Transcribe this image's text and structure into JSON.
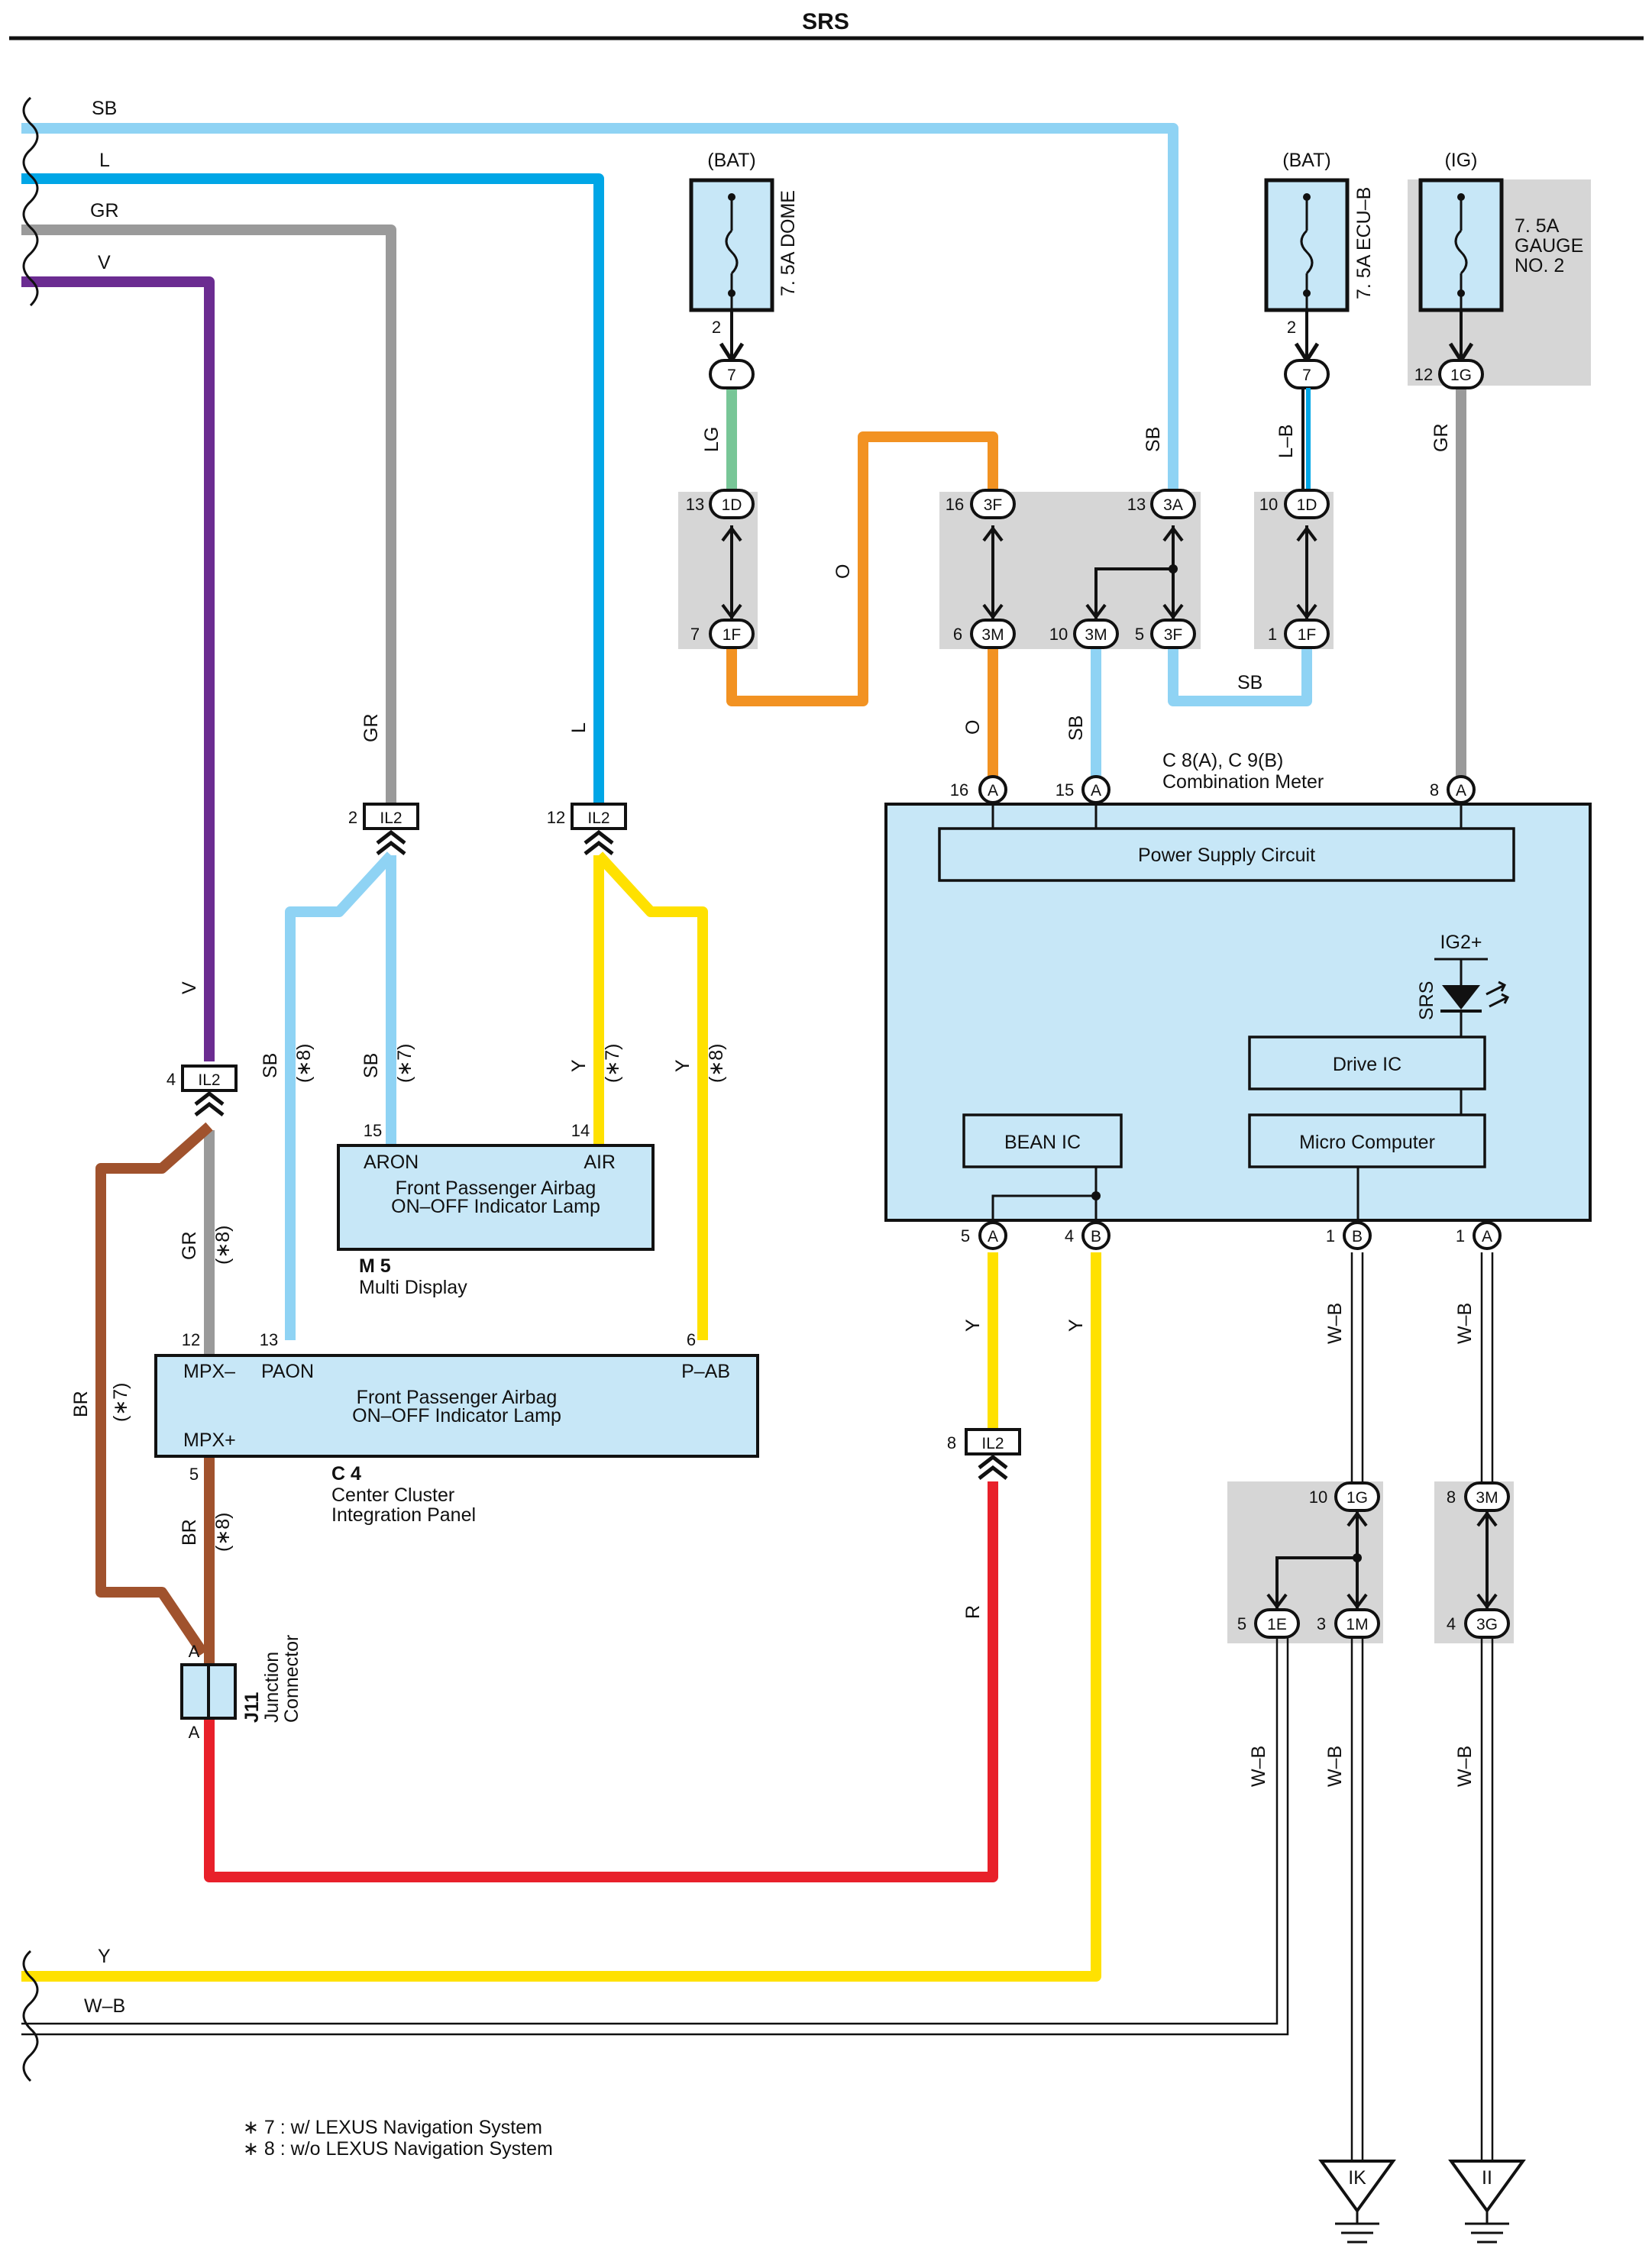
{
  "title": "SRS",
  "wire_colors": {
    "SB": "#8fd3f4",
    "L": "#00a6e6",
    "GR": "#9a9a9a",
    "V": "#6b2c91",
    "LG": "#78c697",
    "O": "#f29222",
    "Y": "#ffe100",
    "R": "#e8202a",
    "BR": "#a0522d"
  },
  "left_wires": {
    "sb": "SB",
    "l": "L",
    "gr": "GR",
    "v": "V",
    "y": "Y",
    "wb": "W–B"
  },
  "fuses": {
    "dome": {
      "supply": "(BAT)",
      "label": "7. 5A DOME",
      "pin": "2",
      "conn": "7"
    },
    "ecu_b": {
      "supply": "(BAT)",
      "label": "7. 5A ECU–B",
      "pin": "2",
      "conn": "7"
    },
    "gauge": {
      "supply": "(IG)",
      "label_1": "7. 5A",
      "label_2": "GAUGE",
      "label_3": "NO. 2",
      "pin": "12",
      "conn": "1G"
    }
  },
  "wire_labels": {
    "lg": "LG",
    "o1": "O",
    "o2": "O",
    "sb_top": "SB",
    "lb": "L–B",
    "gr_top": "GR",
    "sb_h": "SB",
    "sb_meter": "SB",
    "gr_il2": "GR",
    "l_il2": "L",
    "v_il2": "V",
    "sb8": "SB",
    "n8a": "(∗8)",
    "sb7": "SB",
    "n7a": "(∗7)",
    "y7": "Y",
    "n7b": "(∗7)",
    "y8": "Y",
    "n8b": "(∗8)",
    "gr8": "GR",
    "n8c": "(∗8)",
    "br7": "BR",
    "n7c": "(∗7)",
    "br8": "BR",
    "n8d": "(∗8)",
    "y_a5": "Y",
    "y_b4": "Y",
    "r": "R",
    "wb1": "W–B",
    "wb2": "W–B",
    "wb3": "W–B",
    "wb4": "W–B",
    "wb5": "W–B"
  },
  "junctions": {
    "j1": {
      "p_top": "13",
      "c_top": "1D",
      "p_bot": "7",
      "c_bot": "1F"
    },
    "j2": {
      "p1": "16",
      "c1": "3F",
      "p2": "13",
      "c2": "3A",
      "p3": "6",
      "c3": "3M",
      "p4": "10",
      "c4": "3M",
      "p5": "5",
      "c5": "3F"
    },
    "j3": {
      "p_top": "10",
      "c_top": "1D",
      "p_bot": "1",
      "c_bot": "1F"
    },
    "j4": {
      "p_top": "10",
      "c_top": "1G",
      "p_b1": "5",
      "c_b1": "1E",
      "p_b2": "3",
      "c_b2": "1M"
    },
    "j5": {
      "p_top": "8",
      "c_top": "3M",
      "p_bot": "4",
      "c_bot": "3G"
    }
  },
  "meter": {
    "code": "C 8(A), C 9(B)",
    "name": "Combination Meter",
    "power_supply": "Power Supply Circuit",
    "ig2": "IG2+",
    "srs": "SRS",
    "drive_ic": "Drive IC",
    "micro": "Micro Computer",
    "bean": "BEAN IC",
    "pins": {
      "p16": "16",
      "c16": "A",
      "p15": "15",
      "c15": "A",
      "p8": "8",
      "c8": "A",
      "p5": "5",
      "c5": "A",
      "p4": "4",
      "c4": "B",
      "p1b": "1",
      "c1b": "B",
      "p1a": "1",
      "c1a": "A"
    }
  },
  "il2": {
    "gr": {
      "pin": "2",
      "name": "IL2"
    },
    "l": {
      "pin": "12",
      "name": "IL2"
    },
    "v": {
      "pin": "4",
      "name": "IL2"
    },
    "r": {
      "pin": "8",
      "name": "IL2"
    }
  },
  "m5": {
    "code": "M 5",
    "name": "Multi Display",
    "pin_aron": "15",
    "pin_air": "14",
    "aron": "ARON",
    "air": "AIR",
    "line1": "Front Passenger Airbag",
    "line2": "ON–OFF Indicator Lamp"
  },
  "c4": {
    "code": "C 4",
    "name1": "Center Cluster",
    "name2": "Integration Panel",
    "pin12": "12",
    "pin13": "13",
    "pin6": "6",
    "pin5": "5",
    "mpx_minus": "MPX–",
    "paon": "PAON",
    "pab": "P–AB",
    "mpx_plus": "MPX+",
    "line1": "Front Passenger Airbag",
    "line2": "ON–OFF Indicator Lamp"
  },
  "j11": {
    "code": "J11",
    "name1": "Junction",
    "name2": "Connector",
    "a_top": "A",
    "a_bot": "A"
  },
  "grounds": {
    "ik": "IK",
    "ii": "II"
  },
  "notes": {
    "n7": "∗ 7 : w/ LEXUS Navigation System",
    "n8": "∗ 8 : w/o LEXUS Navigation System"
  }
}
